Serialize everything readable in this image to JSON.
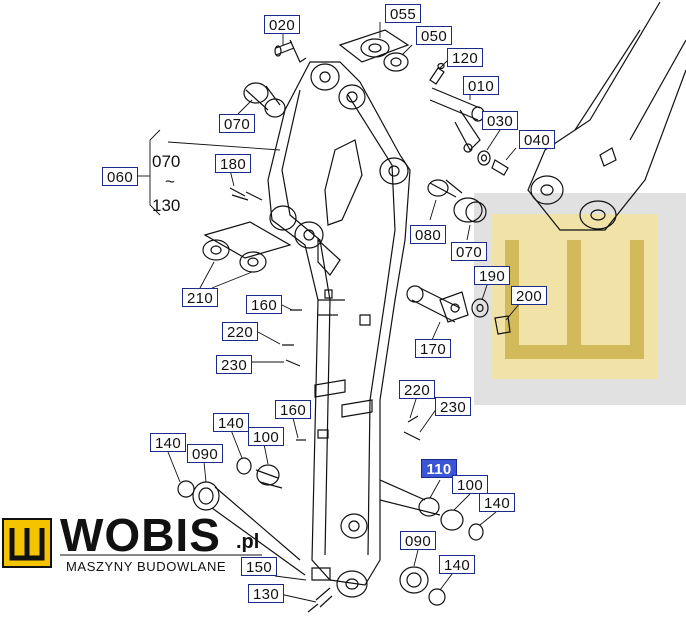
{
  "diagram": {
    "callouts": [
      {
        "id": "c020",
        "text": "020"
      },
      {
        "id": "c055",
        "text": "055"
      },
      {
        "id": "c050",
        "text": "050"
      },
      {
        "id": "c120",
        "text": "120"
      },
      {
        "id": "c010",
        "text": "010"
      },
      {
        "id": "c030",
        "text": "030"
      },
      {
        "id": "c040",
        "text": "040"
      },
      {
        "id": "c070a",
        "text": "070"
      },
      {
        "id": "c060",
        "text": "060"
      },
      {
        "id": "c180",
        "text": "180"
      },
      {
        "id": "c080",
        "text": "080"
      },
      {
        "id": "c070b",
        "text": "070"
      },
      {
        "id": "c190",
        "text": "190"
      },
      {
        "id": "c200",
        "text": "200"
      },
      {
        "id": "c210",
        "text": "210"
      },
      {
        "id": "c160a",
        "text": "160"
      },
      {
        "id": "c220a",
        "text": "220"
      },
      {
        "id": "c230a",
        "text": "230"
      },
      {
        "id": "c170",
        "text": "170"
      },
      {
        "id": "c220b",
        "text": "220"
      },
      {
        "id": "c230b",
        "text": "230"
      },
      {
        "id": "c160b",
        "text": "160"
      },
      {
        "id": "c140a",
        "text": "140"
      },
      {
        "id": "c090a",
        "text": "090"
      },
      {
        "id": "c140b",
        "text": "140"
      },
      {
        "id": "c100a",
        "text": "100"
      },
      {
        "id": "c110",
        "text": "110"
      },
      {
        "id": "c100b",
        "text": "100"
      },
      {
        "id": "c140c",
        "text": "140"
      },
      {
        "id": "c090b",
        "text": "090"
      },
      {
        "id": "c140d",
        "text": "140"
      },
      {
        "id": "c150",
        "text": "150"
      },
      {
        "id": "c130",
        "text": "130"
      }
    ],
    "range_note": {
      "from": "070",
      "tilde": "~",
      "to": "130"
    },
    "highlight_color": "#3b55d6",
    "callout_border_color": "#1a2a8a"
  },
  "brand": {
    "logo_letter": "Ш",
    "name": "WOBIS",
    "tld": ".pl",
    "tagline": "MASZYNY BUDOWLANE",
    "accent": "#f5c400"
  },
  "watermark": {
    "glyph": "Ш"
  }
}
